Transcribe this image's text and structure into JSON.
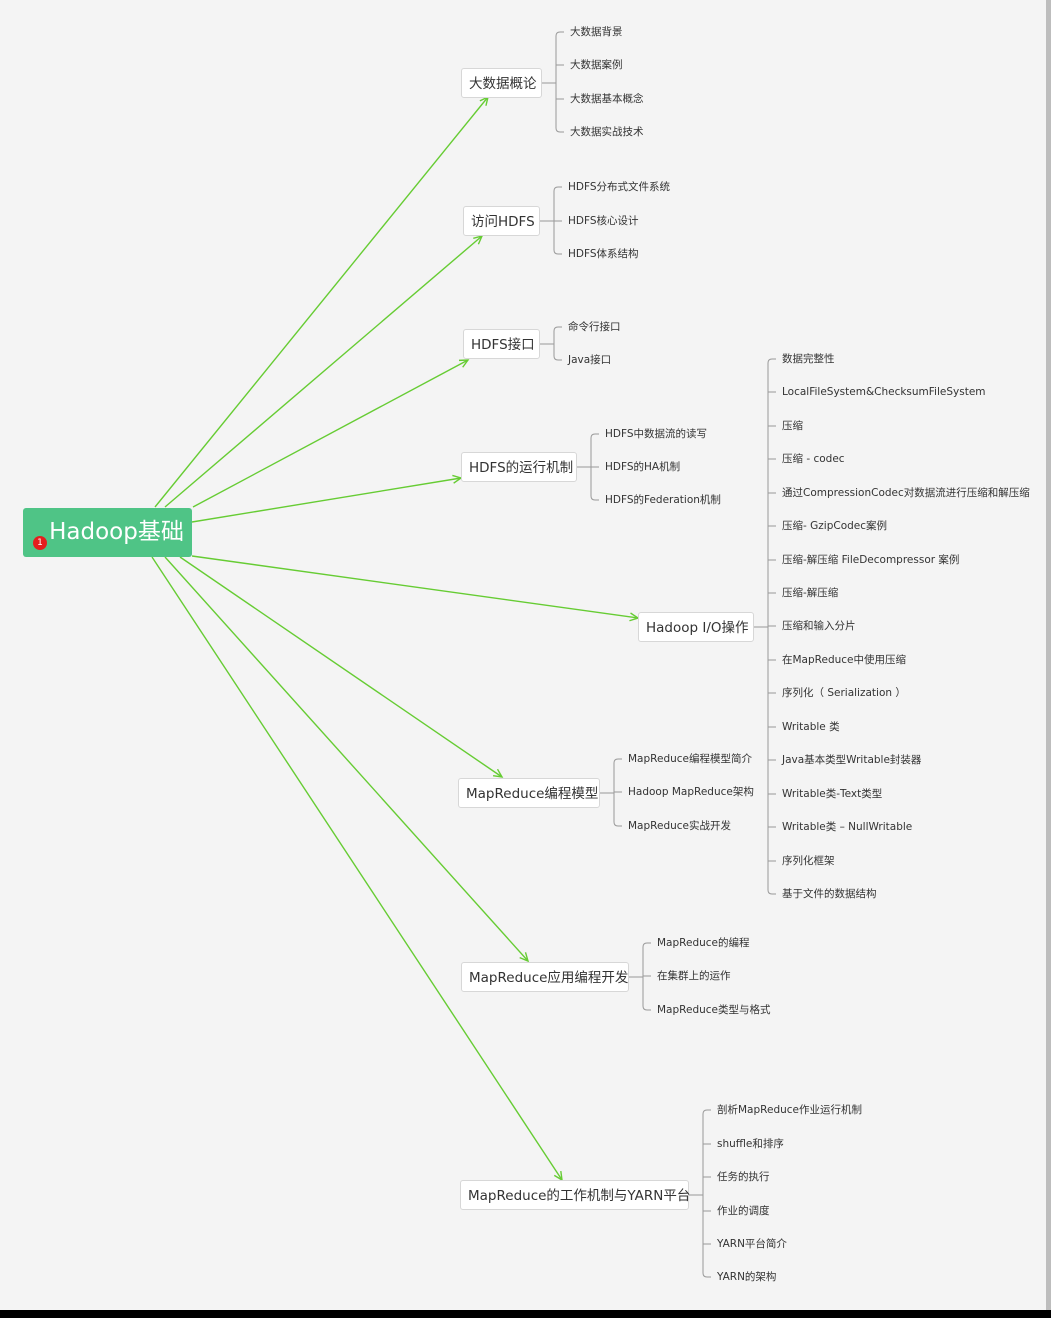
{
  "root": {
    "label": "Hadoop基础",
    "badge": "1"
  },
  "branches": [
    {
      "label": "大数据概论",
      "leaves": [
        "大数据背景",
        "大数据案例",
        "大数据基本概念",
        "大数据实战技术"
      ]
    },
    {
      "label": "访问HDFS",
      "leaves": [
        "HDFS分布式文件系统",
        "HDFS核心设计",
        "HDFS体系结构"
      ]
    },
    {
      "label": "HDFS接口",
      "leaves": [
        "命令行接口",
        "Java接口"
      ]
    },
    {
      "label": "HDFS的运行机制",
      "leaves": [
        "HDFS中数据流的读写",
        "HDFS的HA机制",
        "HDFS的Federation机制"
      ]
    },
    {
      "label": "Hadoop I/O操作",
      "leaves": [
        "数据完整性",
        "LocalFileSystem&ChecksumFileSystem",
        "压缩",
        "压缩 - codec",
        "通过CompressionCodec对数据流进行压缩和解压缩",
        "压缩- GzipCodec案例",
        "压缩-解压缩 FileDecompressor 案例",
        "压缩-解压缩",
        "压缩和输入分片",
        "在MapReduce中使用压缩",
        "序列化（ Serialization ）",
        "Writable 类",
        "Java基本类型Writable封装器",
        "Writable类-Text类型",
        "Writable类 – NullWritable",
        "序列化框架",
        "基于文件的数据结构"
      ]
    },
    {
      "label": "MapReduce编程模型",
      "leaves": [
        "MapReduce编程模型简介",
        "Hadoop MapReduce架构",
        "MapReduce实战开发"
      ]
    },
    {
      "label": "MapReduce应用编程开发",
      "leaves": [
        "MapReduce的编程",
        "在集群上的运作",
        "MapReduce类型与格式"
      ]
    },
    {
      "label": "MapReduce的工作机制与YARN平台",
      "leaves": [
        "剖析MapReduce作业运行机制",
        "shuffle和排序",
        "任务的执行",
        "作业的调度",
        "YARN平台简介",
        "YARN的架构"
      ]
    }
  ],
  "colors": {
    "root": "#4fc486",
    "link": "#66cc33",
    "bracket": "#999999",
    "badge": "#e41e1e"
  }
}
